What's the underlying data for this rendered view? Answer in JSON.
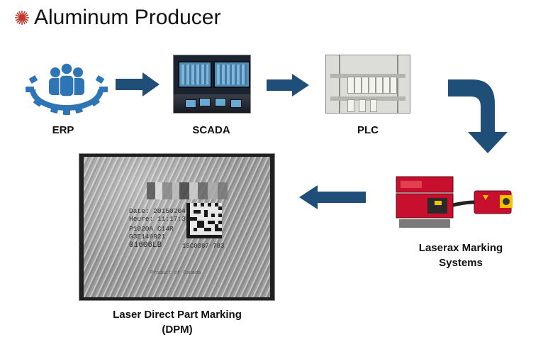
{
  "page": {
    "title": "Aluminum Producer"
  },
  "flow": {
    "erp": {
      "label": "ERP"
    },
    "scada": {
      "label": "SCADA"
    },
    "plc": {
      "label": "PLC"
    },
    "laserax": {
      "label_line1": "Laserax Marking",
      "label_line2": "Systems"
    },
    "dpm": {
      "label_line1": "Laser Direct Part Marking",
      "label_line2": "(DPM)"
    }
  },
  "engraving": {
    "date": "Date: 20150204",
    "heure": "Heure: 11:17:35",
    "line3": "P1020A  C14R",
    "line4": "G3E146921",
    "weight": "01606LB",
    "serial": "15C0087-783",
    "footer": "Product of Canada"
  },
  "colors": {
    "arrow": "#1f4e79",
    "erp_icon": "#2e75b6",
    "bullet": "#c0392b",
    "laser_body": "#c8102e"
  },
  "icons": {
    "erp": "people-gear-icon",
    "bullet": "starburst-bullet-icon"
  }
}
